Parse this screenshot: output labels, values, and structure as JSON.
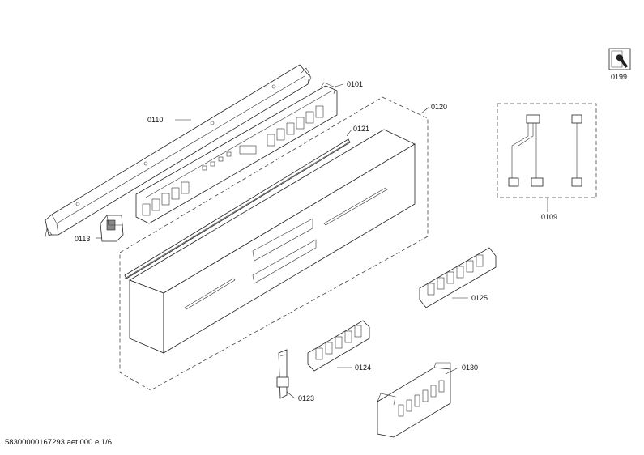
{
  "diagram": {
    "labels": {
      "p0199": "0199",
      "p0101": "0101",
      "p0110": "0110",
      "p0120": "0120",
      "p0121": "0121",
      "p0109": "0109",
      "p0113": "0113",
      "p0125": "0125",
      "p0124": "0124",
      "p0130": "0130",
      "p0123": "0123"
    },
    "service_icon": "wrench-manual-icon"
  },
  "footer": {
    "text": "58300000167293 aet 000 e 1/6"
  }
}
